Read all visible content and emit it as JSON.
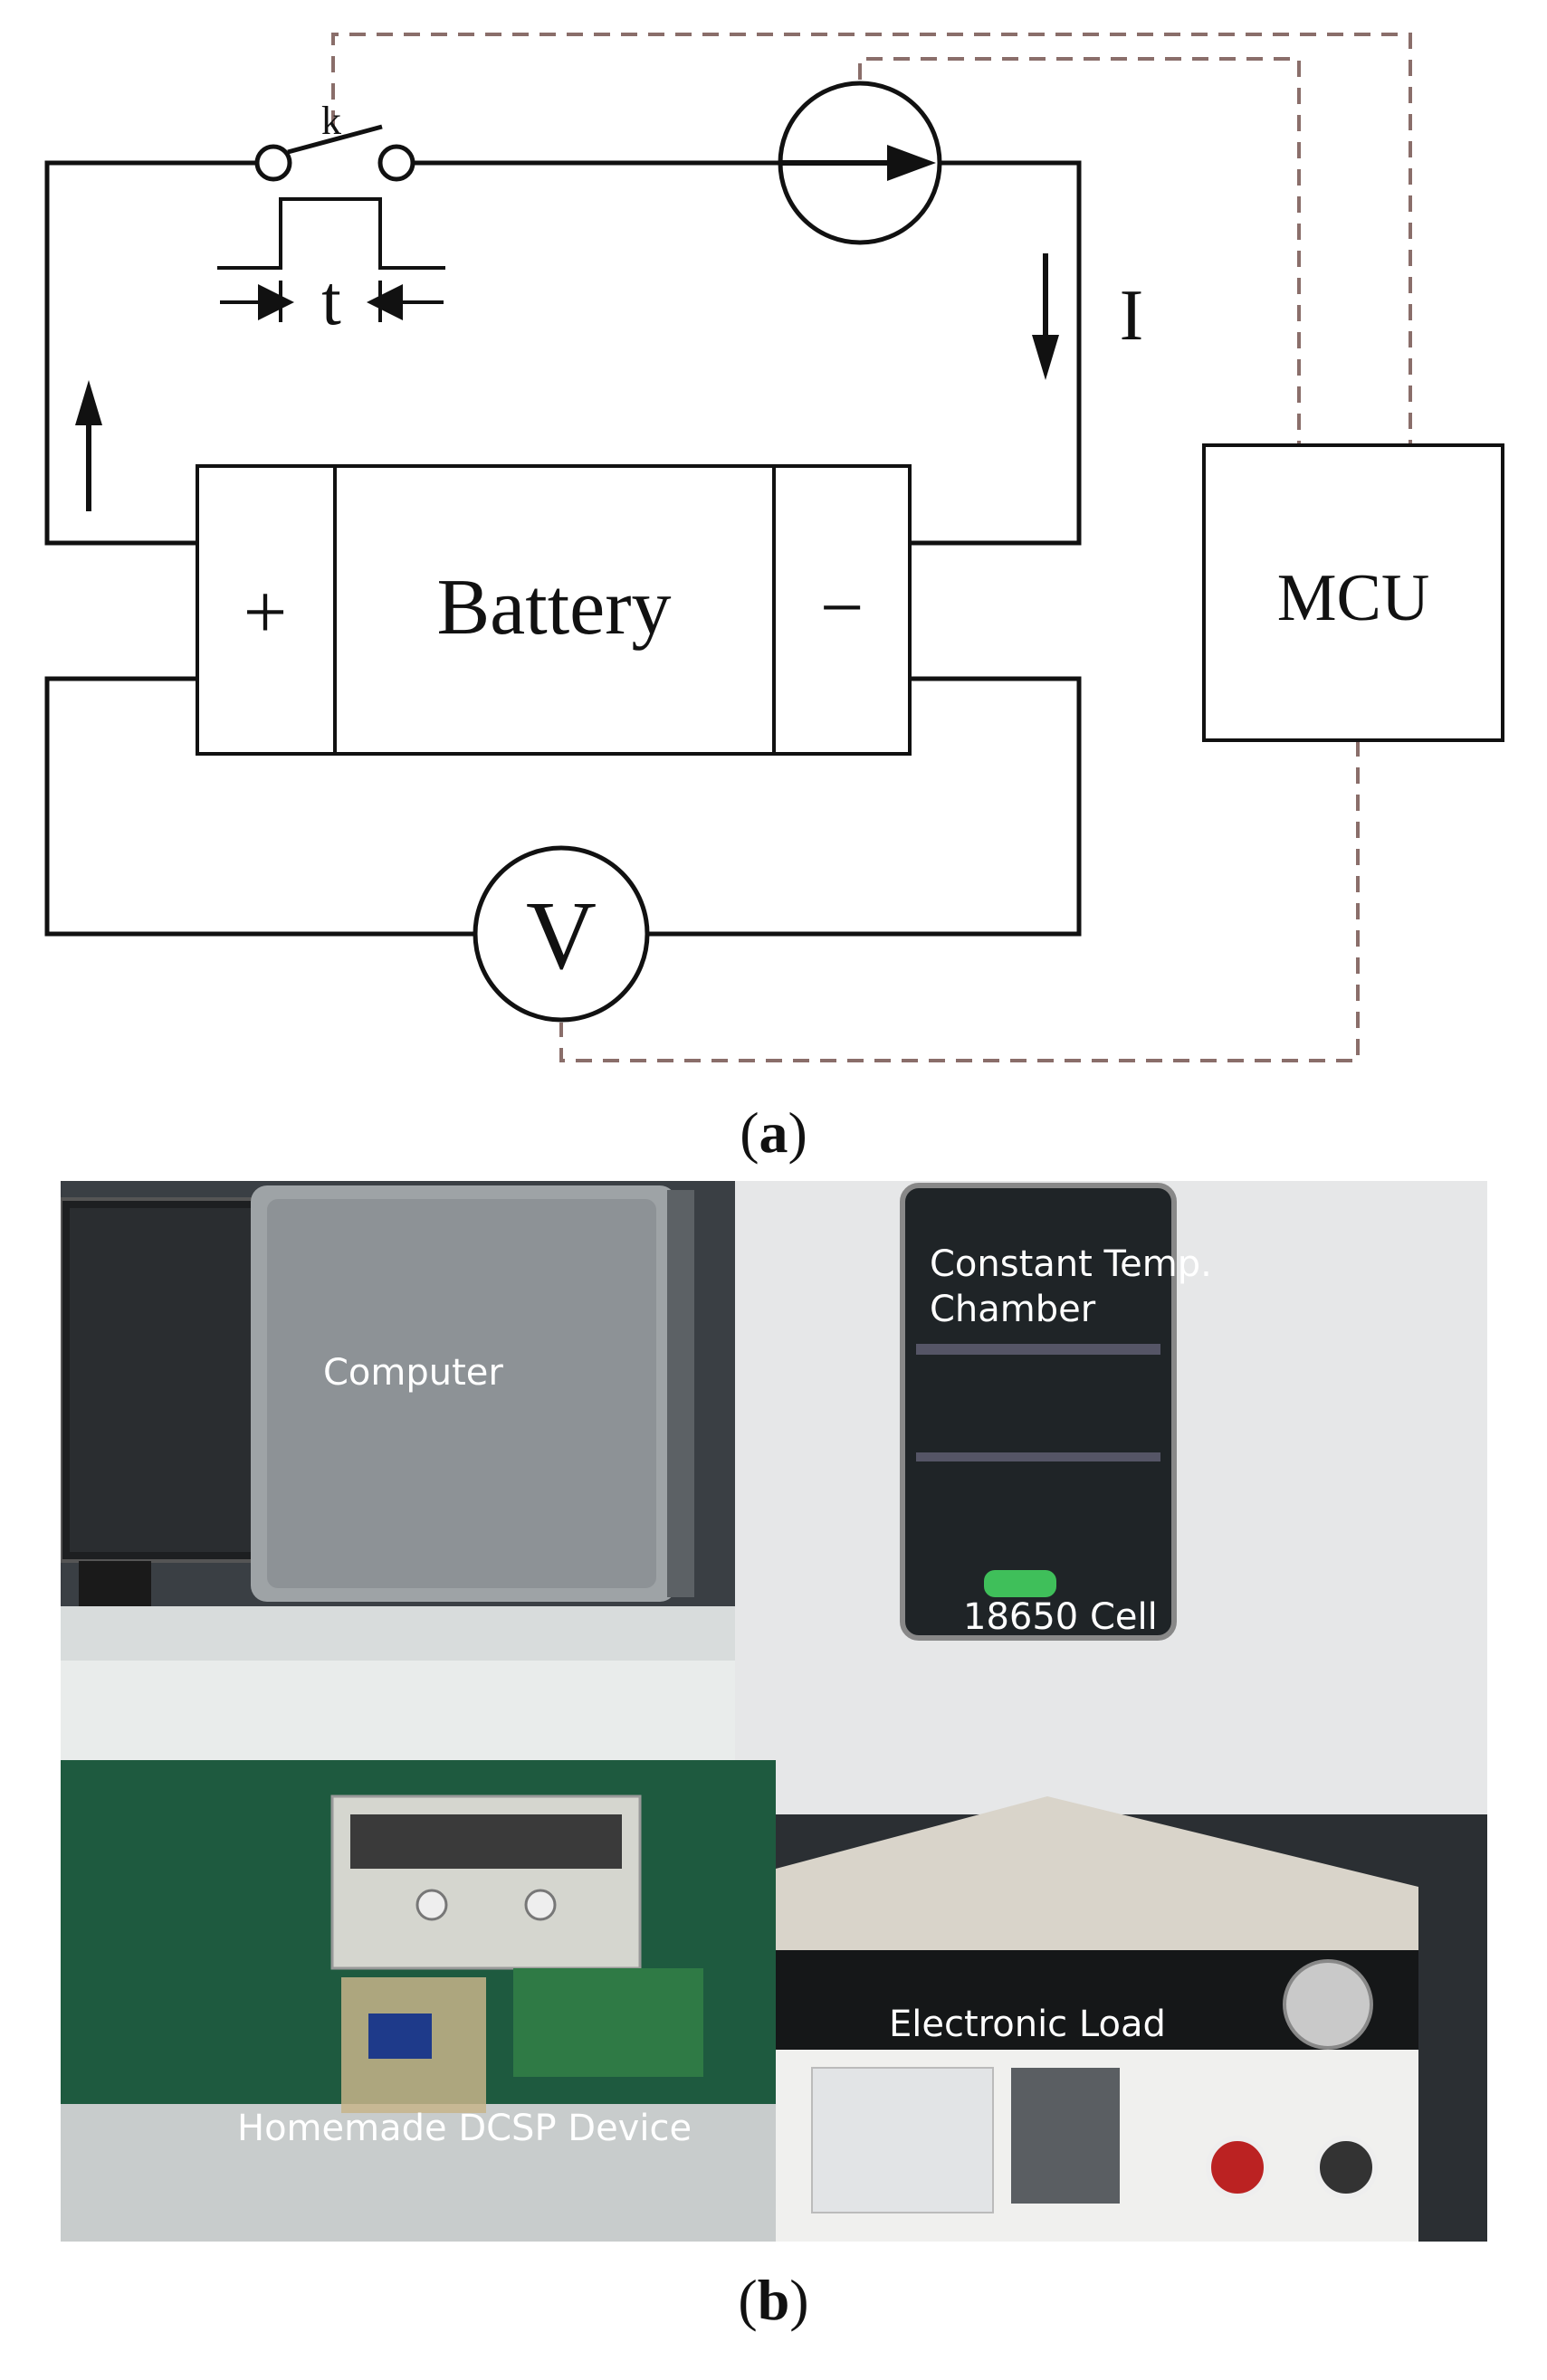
{
  "diagram": {
    "switch_label": "k",
    "pulse_label": "t",
    "current_label": "I",
    "battery_label": "Battery",
    "plus_label": "+",
    "minus_label": "−",
    "mcu_label": "MCU",
    "voltmeter_label": "V"
  },
  "captions": {
    "a": {
      "open": "(",
      "letter": "a",
      "close": ")"
    },
    "b": {
      "open": "(",
      "letter": "b",
      "close": ")"
    }
  },
  "photo": {
    "labels": {
      "computer": "Computer",
      "chamber_line1": "Constant Temp.",
      "chamber_line2": "Chamber",
      "cell": "18650 Cell",
      "load": "Electronic Load",
      "device": "Homemade DCSP Device"
    }
  },
  "colors": {
    "line": "#111111",
    "dashed": "#8a6e6a"
  }
}
